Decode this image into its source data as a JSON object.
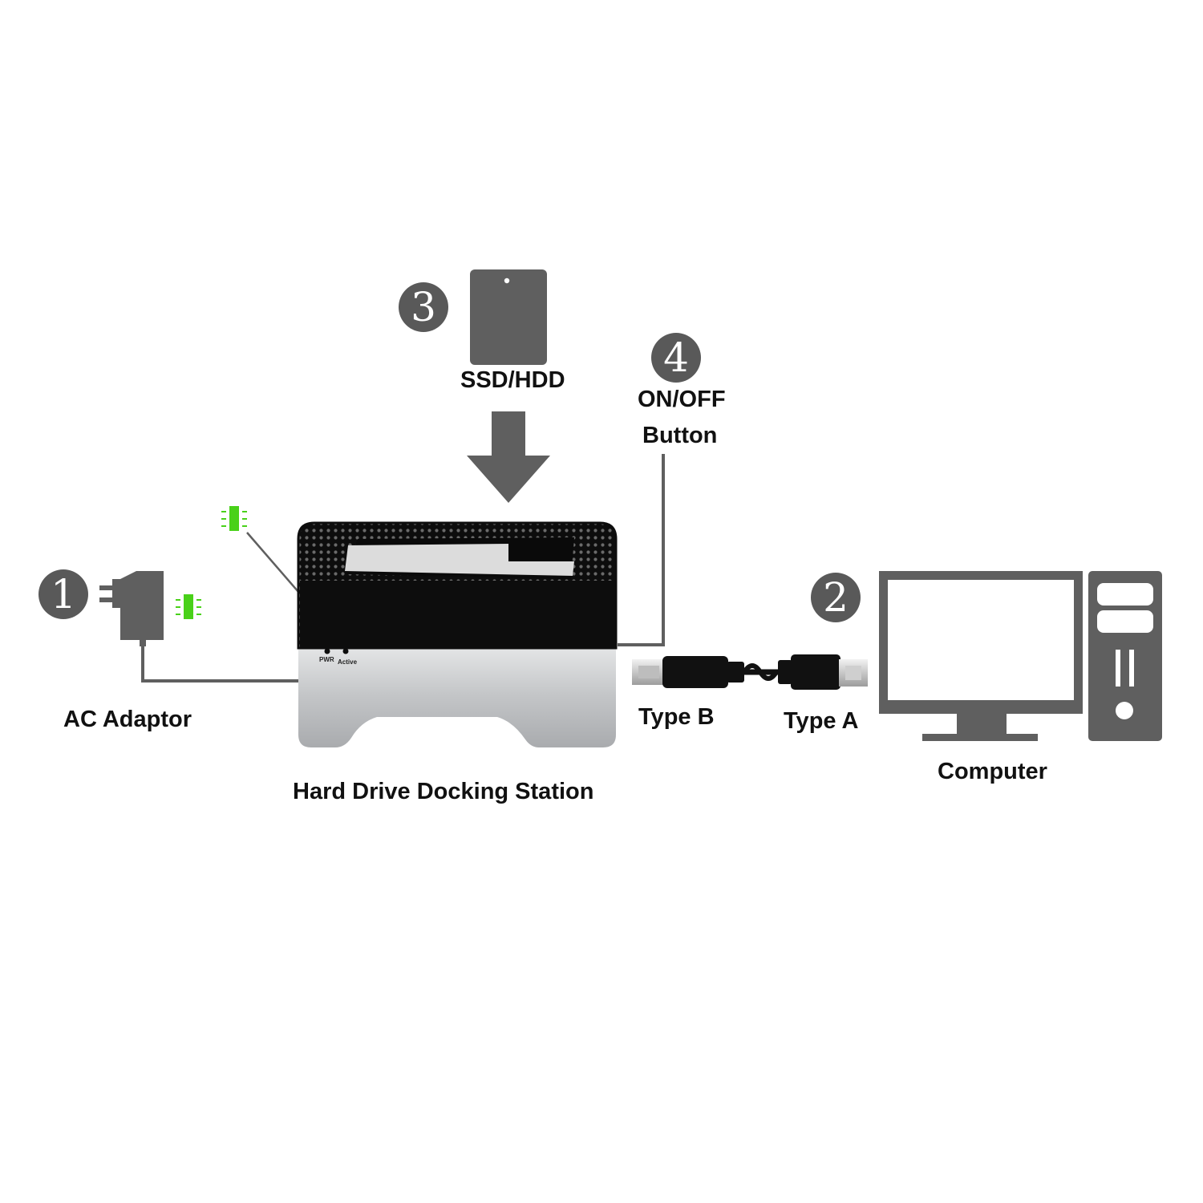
{
  "labels": {
    "ac_adaptor": "AC Adaptor",
    "docking_station": "Hard Drive Docking Station",
    "ssd_hdd": "SSD/HDD",
    "on_off_line1": "ON/OFF",
    "on_off_line2": "Button",
    "type_b": "Type B",
    "type_a": "Type A",
    "computer": "Computer",
    "pwr": "PWR",
    "active": "Active"
  },
  "steps": [
    "1",
    "2",
    "3",
    "4"
  ],
  "colors": {
    "icon_gray": "#5f5f5f",
    "dock_black": "#0d0d0d",
    "dock_silver": "#c9cbcd",
    "led_green": "#49d119",
    "label_text": "#111111"
  },
  "icons": [
    "ac-adaptor-icon",
    "led-indicator-icon",
    "drive-icon",
    "down-arrow-icon",
    "usb-cable-icon",
    "monitor-icon",
    "computer-tower-icon"
  ]
}
